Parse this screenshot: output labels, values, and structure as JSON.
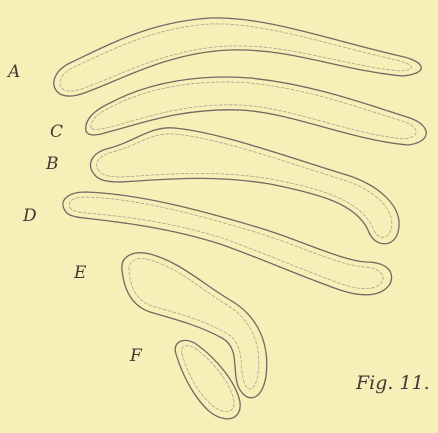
{
  "figure": {
    "caption": "Fig. 11.",
    "background": "#f6efb8",
    "stroke_outer": "#6f6b62",
    "stroke_inner": "#a9a490",
    "labels": {
      "a": "A",
      "b": "B",
      "c": "C",
      "d": "D",
      "e": "E",
      "f": "F"
    }
  }
}
